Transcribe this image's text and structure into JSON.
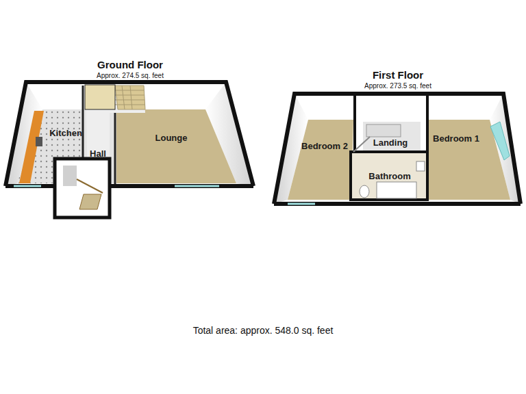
{
  "diagram": {
    "caption": "Total area: approx. 548.0 sq. feet",
    "nodes": [
      {
        "text": [
          "Ground Floor",
          "Approx. 274.5 sq. feet"
        ]
      },
      {
        "text": [
          "Kitchen"
        ],
        "in": 0
      },
      {
        "text": [
          "Hall"
        ],
        "in": 0
      },
      {
        "text": [
          "Lounge"
        ],
        "in": 0
      },
      {
        "text": [
          "First Floor",
          "Approx. 273.5 sq. feet"
        ]
      },
      {
        "text": [
          "Bedroom 2"
        ],
        "in": 4
      },
      {
        "text": [
          "Landing"
        ],
        "in": 4
      },
      {
        "text": [
          "Bedroom 1"
        ],
        "in": 4
      },
      {
        "text": [
          "Bathroom"
        ],
        "in": 4
      }
    ]
  }
}
